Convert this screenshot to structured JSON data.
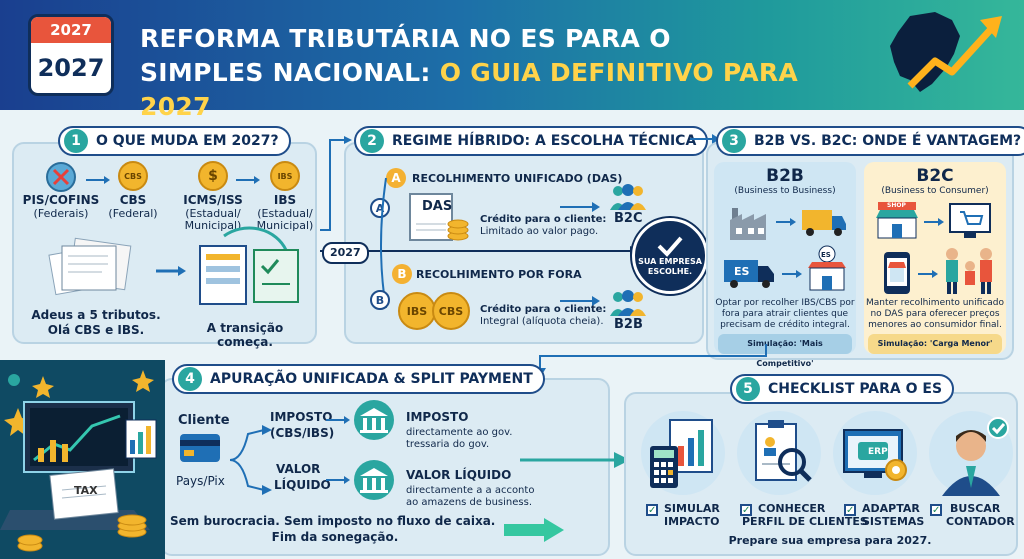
{
  "header": {
    "calendar_top": "2027",
    "calendar_big": "2027",
    "title_line1": "REFORMA TRIBUTÁRIA NO ES PARA O",
    "title_line2_a": "SIMPLES NACIONAL: ",
    "title_line2_b": "O GUIA DEFINITIVO PARA 2027"
  },
  "s1": {
    "num": "1",
    "title": "O QUE MUDA EM 2027?",
    "pis_label": "PIS/COFINS",
    "pis_sub": "(Federais)",
    "cbs_coin": "CBS",
    "cbs_label": "CBS",
    "cbs_sub": "(Federal)",
    "icms_coin": "$",
    "icms_label": "ICMS/ISS",
    "icms_sub1": "(Estadual/",
    "icms_sub2": "Municipal)",
    "ibs_coin": "IBS",
    "ibs_label": "IBS",
    "ibs_sub1": "(Estadual/",
    "ibs_sub2": "Municipal)",
    "adeus1": "Adeus a 5 tributos.",
    "adeus2": "Olá CBS e IBS.",
    "transicao": "A transição começa."
  },
  "s2": {
    "num": "2",
    "title": "REGIME HÍBRIDO: A ESCOLHA TÉCNICA",
    "a_badge": "A",
    "a_title": "RECOLHIMENTO UNIFICADO (DAS)",
    "das_doc": "DAS",
    "a_side": "A",
    "credito_a1": "Crédito para o cliente:",
    "credito_a2": "Limitado ao valor pago.",
    "b2c": "B2C",
    "year": "2027",
    "choice1": "SUA EMPRESA",
    "choice2": "ESCOLHE.",
    "b_badge": "B",
    "b_title": "RECOLHIMENTO POR FORA",
    "b_side": "B",
    "ibs_coin": "IBS",
    "cbs_coin": "CBS",
    "credito_b1": "Crédito para o cliente:",
    "credito_b2": "Integral (alíquota cheia).",
    "b2b": "B2B"
  },
  "s3": {
    "num": "3",
    "title": "B2B VS. B2C: ONDE É VANTAGEM?",
    "b2b_title": "B2B",
    "b2b_sub": "(Business to Business)",
    "es_truck": "ES",
    "es_store": "ES",
    "b2b_desc1": "Optar por recolher IBS/CBS por",
    "b2b_desc2": "fora para atrair clientes que",
    "b2b_desc3": "precisam de crédito integral.",
    "b2b_sim": "Simulação: 'Mais Competitivo'",
    "b2c_title": "B2C",
    "b2c_sub": "(Business to Consumer)",
    "shop_sign": "SHOP",
    "b2c_desc1": "Manter recolhimento unificado",
    "b2c_desc2": "no DAS para oferecer preços",
    "b2c_desc3": "menores ao consumidor final.",
    "b2c_sim": "Simulação: 'Carga Menor'"
  },
  "s4": {
    "num": "4",
    "title": "APURAÇÃO UNIFICADA & SPLIT PAYMENT",
    "tax_doc": "TAX",
    "cliente": "Cliente",
    "pays": "Pays/Pix",
    "imposto1": "IMPOSTO",
    "imposto2": "(CBS/IBS)",
    "valor1": "VALOR",
    "valor2": "LÍQUIDO",
    "imp_title": "IMPOSTO",
    "imp_d1": "directamente ao gov.",
    "imp_d2": "tressaria do gov.",
    "val_title": "VALOR LÍQUIDO",
    "val_d1": "directamente a a acconto",
    "val_d2": "ao amazens de business.",
    "footer1": "Sem burocracia. Sem imposto no fluxo de caixa.",
    "footer2": "Fim da sonegação."
  },
  "s5": {
    "num": "5",
    "title": "CHECKLIST PARA O ES",
    "erp": "ERP",
    "items": [
      {
        "l1": "SIMULAR",
        "l2": "IMPACTO"
      },
      {
        "l1": "CONHECER",
        "l2": "PERFIL DE CLIENTES"
      },
      {
        "l1": "ADAPTAR",
        "l2": "SISTEMAS"
      },
      {
        "l1": "BUSCAR",
        "l2": "CONTADOR"
      }
    ],
    "footer": "Prepare sua empresa para 2027."
  },
  "colors": {
    "navy": "#0f2e5a",
    "teal": "#2aa6a0",
    "gold": "#f2b52d",
    "b2c_bg": "#fdf0cf",
    "b2b_bg": "#cfe6f3"
  }
}
